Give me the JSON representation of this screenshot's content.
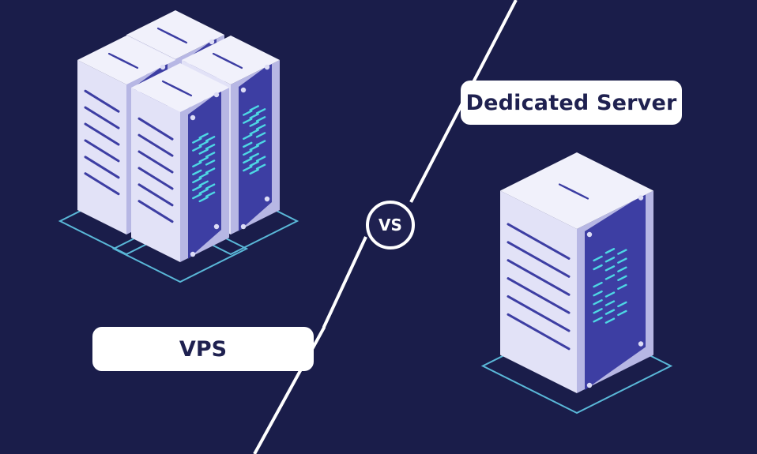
{
  "labels": {
    "dedicated": "Dedicated Server",
    "vps": "VPS",
    "vs": "VS"
  },
  "colors": {
    "background": "#1a1d4a",
    "divider": "#ffffff",
    "server_light": "#e2e2f7",
    "server_mid": "#b7b7e4",
    "server_panel": "#3d3ea3",
    "server_code": "#4dd8e4",
    "platform_outline": "#5ab8d8"
  }
}
